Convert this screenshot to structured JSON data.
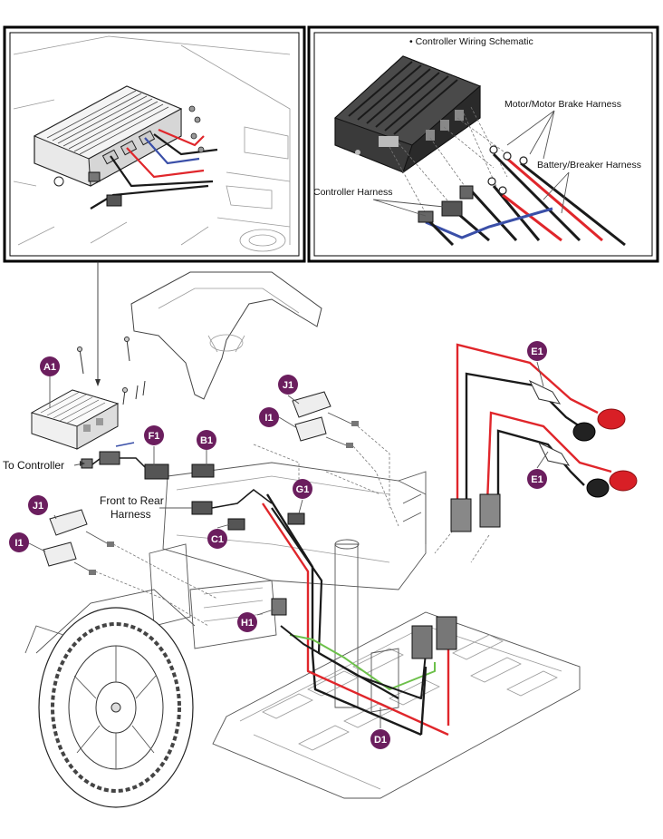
{
  "inset_left": {},
  "inset_right": {
    "title": "• Controller Wiring Schematic",
    "labels": {
      "motor_brake": "Motor/Motor Brake Harness",
      "battery_breaker": "Battery/Breaker Harness",
      "controller_harness": "Controller Harness"
    }
  },
  "main": {
    "labels": {
      "to_controller": "To Controller",
      "front_rear_line1": "Front to Rear",
      "front_rear_line2": "Harness"
    },
    "callouts": {
      "a1": "A1",
      "b1": "B1",
      "c1": "C1",
      "d1": "D1",
      "e1_top": "E1",
      "e1_bottom": "E1",
      "f1": "F1",
      "g1": "G1",
      "h1": "H1",
      "i1_upper": "I1",
      "i1_lower": "I1",
      "j1_upper": "J1",
      "j1_lower": "J1"
    }
  },
  "colors": {
    "callout": "#6b1e5e",
    "wire_red": "#e0262b",
    "wire_black": "#1a1a1a",
    "wire_blue": "#3a4fa8",
    "wire_green": "#6cc04a",
    "terminal_red": "#d81f26",
    "frame": "#000000"
  }
}
